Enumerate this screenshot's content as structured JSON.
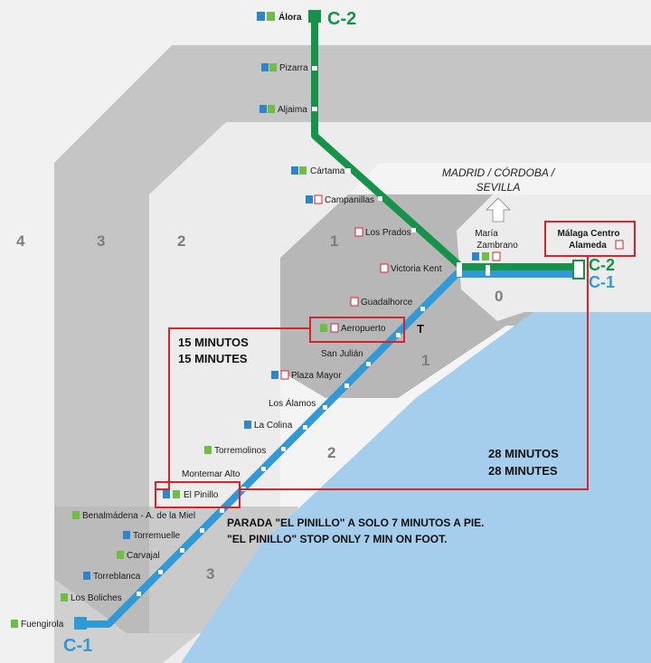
{
  "colors": {
    "line_c1": "#2f9ad6",
    "line_c2": "#15934b",
    "zone_dark": "#9a9a9a",
    "zone_mid": "#b4b4b4",
    "zone_light": "#cfcfcf",
    "zone_center": "#e2e2e2",
    "sea": "#a5cdec",
    "highlight": "#d8232a"
  },
  "zones": {
    "z4": "4",
    "z3": "3",
    "z2": "2",
    "z1": "1",
    "z0": "0",
    "z1b": "1",
    "z2b": "2",
    "z3b": "3"
  },
  "lines": {
    "c2": "C-2",
    "c1": "C-1",
    "c2_end": "C-2",
    "c1_end": "C-1",
    "c1_start": "C-1"
  },
  "destination": {
    "line1": "MADRID / CÓRDOBA /",
    "line2": "SEVILLA"
  },
  "stations": {
    "alora": "Álora",
    "pizarra": "Pizarra",
    "aljaima": "Aljaima",
    "cartama": "Cártama",
    "campanillas": "Campanillas",
    "los_prados": "Los Prados",
    "victoria_kent": "Victoria Kent",
    "maria_zambrano_1": "María",
    "maria_zambrano_2": "Zambrano",
    "centro_1": "Málaga Centro",
    "centro_2": "Alameda",
    "guadalhorce": "Guadalhorce",
    "aeropuerto": "Aeropuerto",
    "san_julian": "San Julián",
    "plaza_mayor": "Plaza Mayor",
    "los_alamos": "Los Álamos",
    "la_colina": "La Colina",
    "torremolinos": "Torremolinos",
    "montemar": "Montemar Alto",
    "el_pinillo": "El Pinillo",
    "benalmadena": "Benalmádena - A. de la Miel",
    "torremuelle": "Torremuelle",
    "carvajal": "Carvajal",
    "torreblanca": "Torreblanca",
    "los_boliches": "Los Boliches",
    "fuengirola": "Fuengirola"
  },
  "terminal_marker": "T",
  "notes": {
    "airport_es": "15 MINUTOS",
    "airport_en": "15 MINUTES",
    "centro_es": "28 MINUTOS",
    "centro_en": "28 MINUTES",
    "pinillo_es": "PARADA \"EL PINILLO\" A SOLO 7 MINUTOS A PIE.",
    "pinillo_en": "\"EL PINILLO\" STOP ONLY 7 MIN ON FOOT."
  },
  "icons": {
    "parking": "P",
    "bus": "bus-icon",
    "train": "train-icon"
  }
}
